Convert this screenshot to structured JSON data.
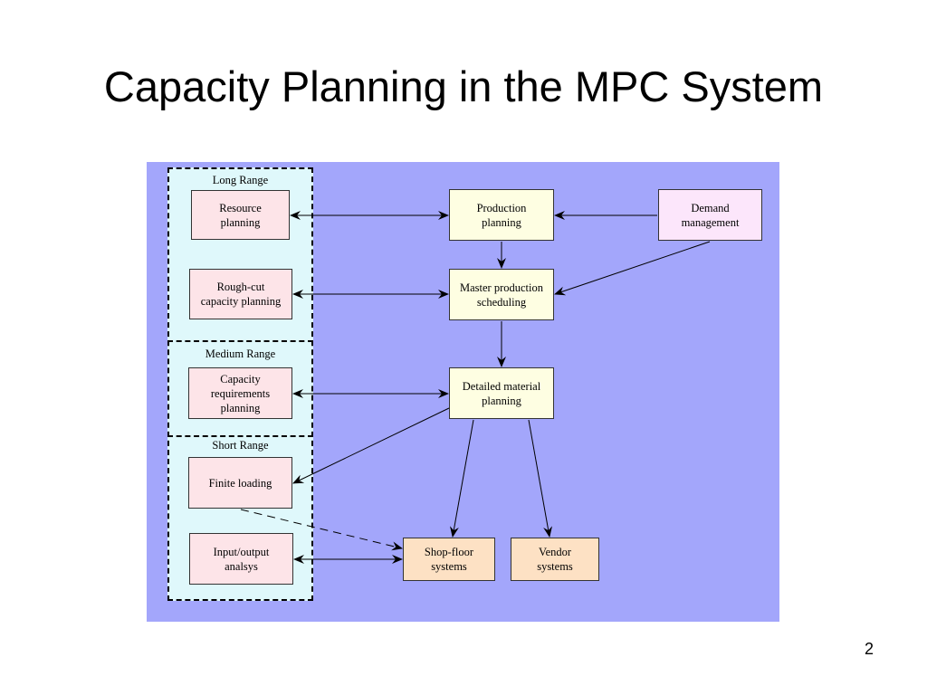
{
  "slide": {
    "title": "Capacity Planning in the MPC System",
    "page_number": "2"
  },
  "diagram": {
    "zones": {
      "long": "Long Range",
      "medium": "Medium Range",
      "short": "Short Range"
    },
    "nodes": {
      "resource_planning": "Resource\nplanning",
      "rough_cut": "Rough-cut\ncapacity planning",
      "capacity_requirements": "Capacity\nrequirements\nplanning",
      "finite_loading": "Finite loading",
      "input_output": "Input/output\nanalsys",
      "production_planning": "Production\nplanning",
      "demand_management": "Demand\nmanagement",
      "master_production": "Master production\nscheduling",
      "detailed_material": "Detailed material\nplanning",
      "shop_floor": "Shop-floor\nsystems",
      "vendor": "Vendor\nsystems"
    },
    "colors": {
      "background": "#a3a6fb",
      "zone": "#dff8fb",
      "capacity_box": "#fde4e8",
      "planning_box": "#fefee2",
      "demand_box": "#fce6fb",
      "execution_box": "#fde1c4"
    }
  }
}
